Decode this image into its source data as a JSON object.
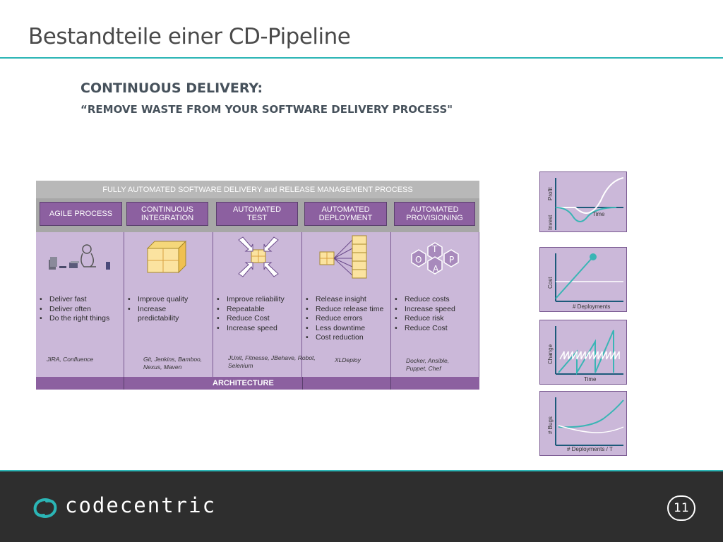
{
  "slide": {
    "title": "Bestandteile einer CD-Pipeline",
    "headline1": "CONTINUOUS DELIVERY:",
    "headline2": "“REMOVE WASTE FROM YOUR SOFTWARE DELIVERY PROCESS\"",
    "page_number": "11"
  },
  "matrix": {
    "banner": "FULLY AUTOMATED SOFTWARE DELIVERY and RELEASE MANAGEMENT PROCESS",
    "architecture": "ARCHITECTURE",
    "columns": [
      {
        "header": "AGILE PROCESS",
        "bullets": [
          "Deliver fast",
          "Deliver often",
          "Do the right things"
        ],
        "tools": "JIRA, Confluence"
      },
      {
        "header": "CONTINUOUS INTEGRATION",
        "bullets": [
          "Improve quality",
          "Increase predictability"
        ],
        "tools": "Git, Jenkins, Bamboo, Nexus, Maven"
      },
      {
        "header": "AUTOMATED TEST",
        "bullets": [
          "Improve reliability",
          "Repeatable",
          "Reduce Cost",
          "Increase speed"
        ],
        "tools": "JUnit, Fitnesse, JBehave, Robot, Selenium"
      },
      {
        "header": "AUTOMATED DEPLOYMENT",
        "bullets": [
          "Release insight",
          "Reduce release time",
          "Reduce errors",
          "Less downtime",
          "Cost reduction"
        ],
        "tools": "XLDeploy"
      },
      {
        "header": "AUTOMATED PROVISIONING",
        "bullets": [
          "Reduce costs",
          "Increase speed",
          "Reduce risk",
          "Reduce Cost"
        ],
        "tools": "Docker, Ansible, Puppet, Chef"
      }
    ],
    "topa": {
      "t": "T",
      "o": "O",
      "p": "P",
      "a": "A"
    }
  },
  "minicharts": [
    {
      "ylabel_top": "Profit",
      "ylabel_bottom": "Invest",
      "xlabel": "Time"
    },
    {
      "ylabel": "Cost",
      "xlabel": "# Deployments"
    },
    {
      "ylabel": "Change",
      "xlabel": "Time"
    },
    {
      "ylabel": "# Bugs",
      "xlabel": "# Deployments / T"
    }
  ],
  "footer": {
    "brand": "codecentric"
  },
  "colors": {
    "accent": "#2bb5b5",
    "purple": "#8c60a0",
    "lavender": "#cbb8d9",
    "footer_bg": "#2e2e2e"
  }
}
